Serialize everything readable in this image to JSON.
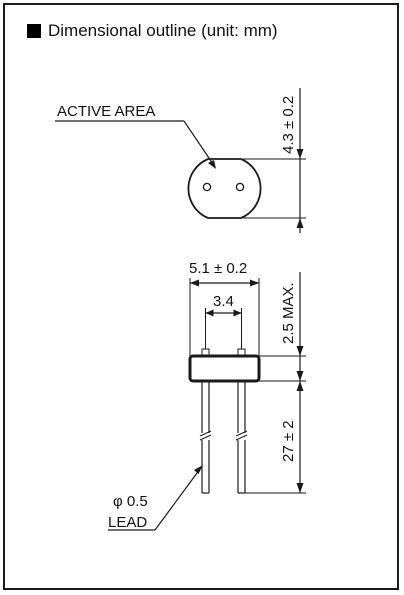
{
  "title": "Dimensional outline (unit: mm)",
  "labels": {
    "active_area": "ACTIVE AREA",
    "height_top": "4.3 ± 0.2",
    "width_outer": "5.1 ± 0.2",
    "width_inner": "3.4",
    "height_body": "2.5 MAX.",
    "lead_length": "27 ± 2",
    "lead_diameter": "φ 0.5",
    "lead": "LEAD"
  },
  "colors": {
    "line": "#1a1a1a",
    "background": "#ffffff"
  }
}
